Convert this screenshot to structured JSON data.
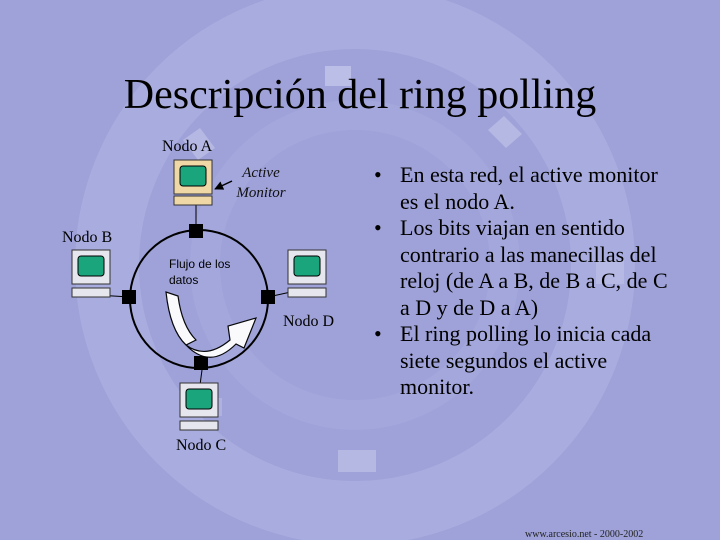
{
  "slide": {
    "title": "Descripción del ring polling",
    "footer": "www.arcesio.net - 2000-2002"
  },
  "diagram": {
    "node_a": "Nodo A",
    "node_b": "Nodo B",
    "node_c": "Nodo C",
    "node_d": "Nodo D",
    "active_monitor_label": "Active Monitor",
    "flow_label": "Flujo de los datos"
  },
  "bullets": [
    "En esta red, el active monitor es el nodo A.",
    "Los bits viajan en sentido contrario a las manecillas del reloj (de A a B, de B a C, de C a D y de D a A)",
    "El ring polling lo inicia cada siete segundos el active monitor."
  ],
  "colors": {
    "background": "#9ea2d8",
    "screen": "#1aa57c",
    "active_monitor_highlight": "#f0d8a6"
  }
}
